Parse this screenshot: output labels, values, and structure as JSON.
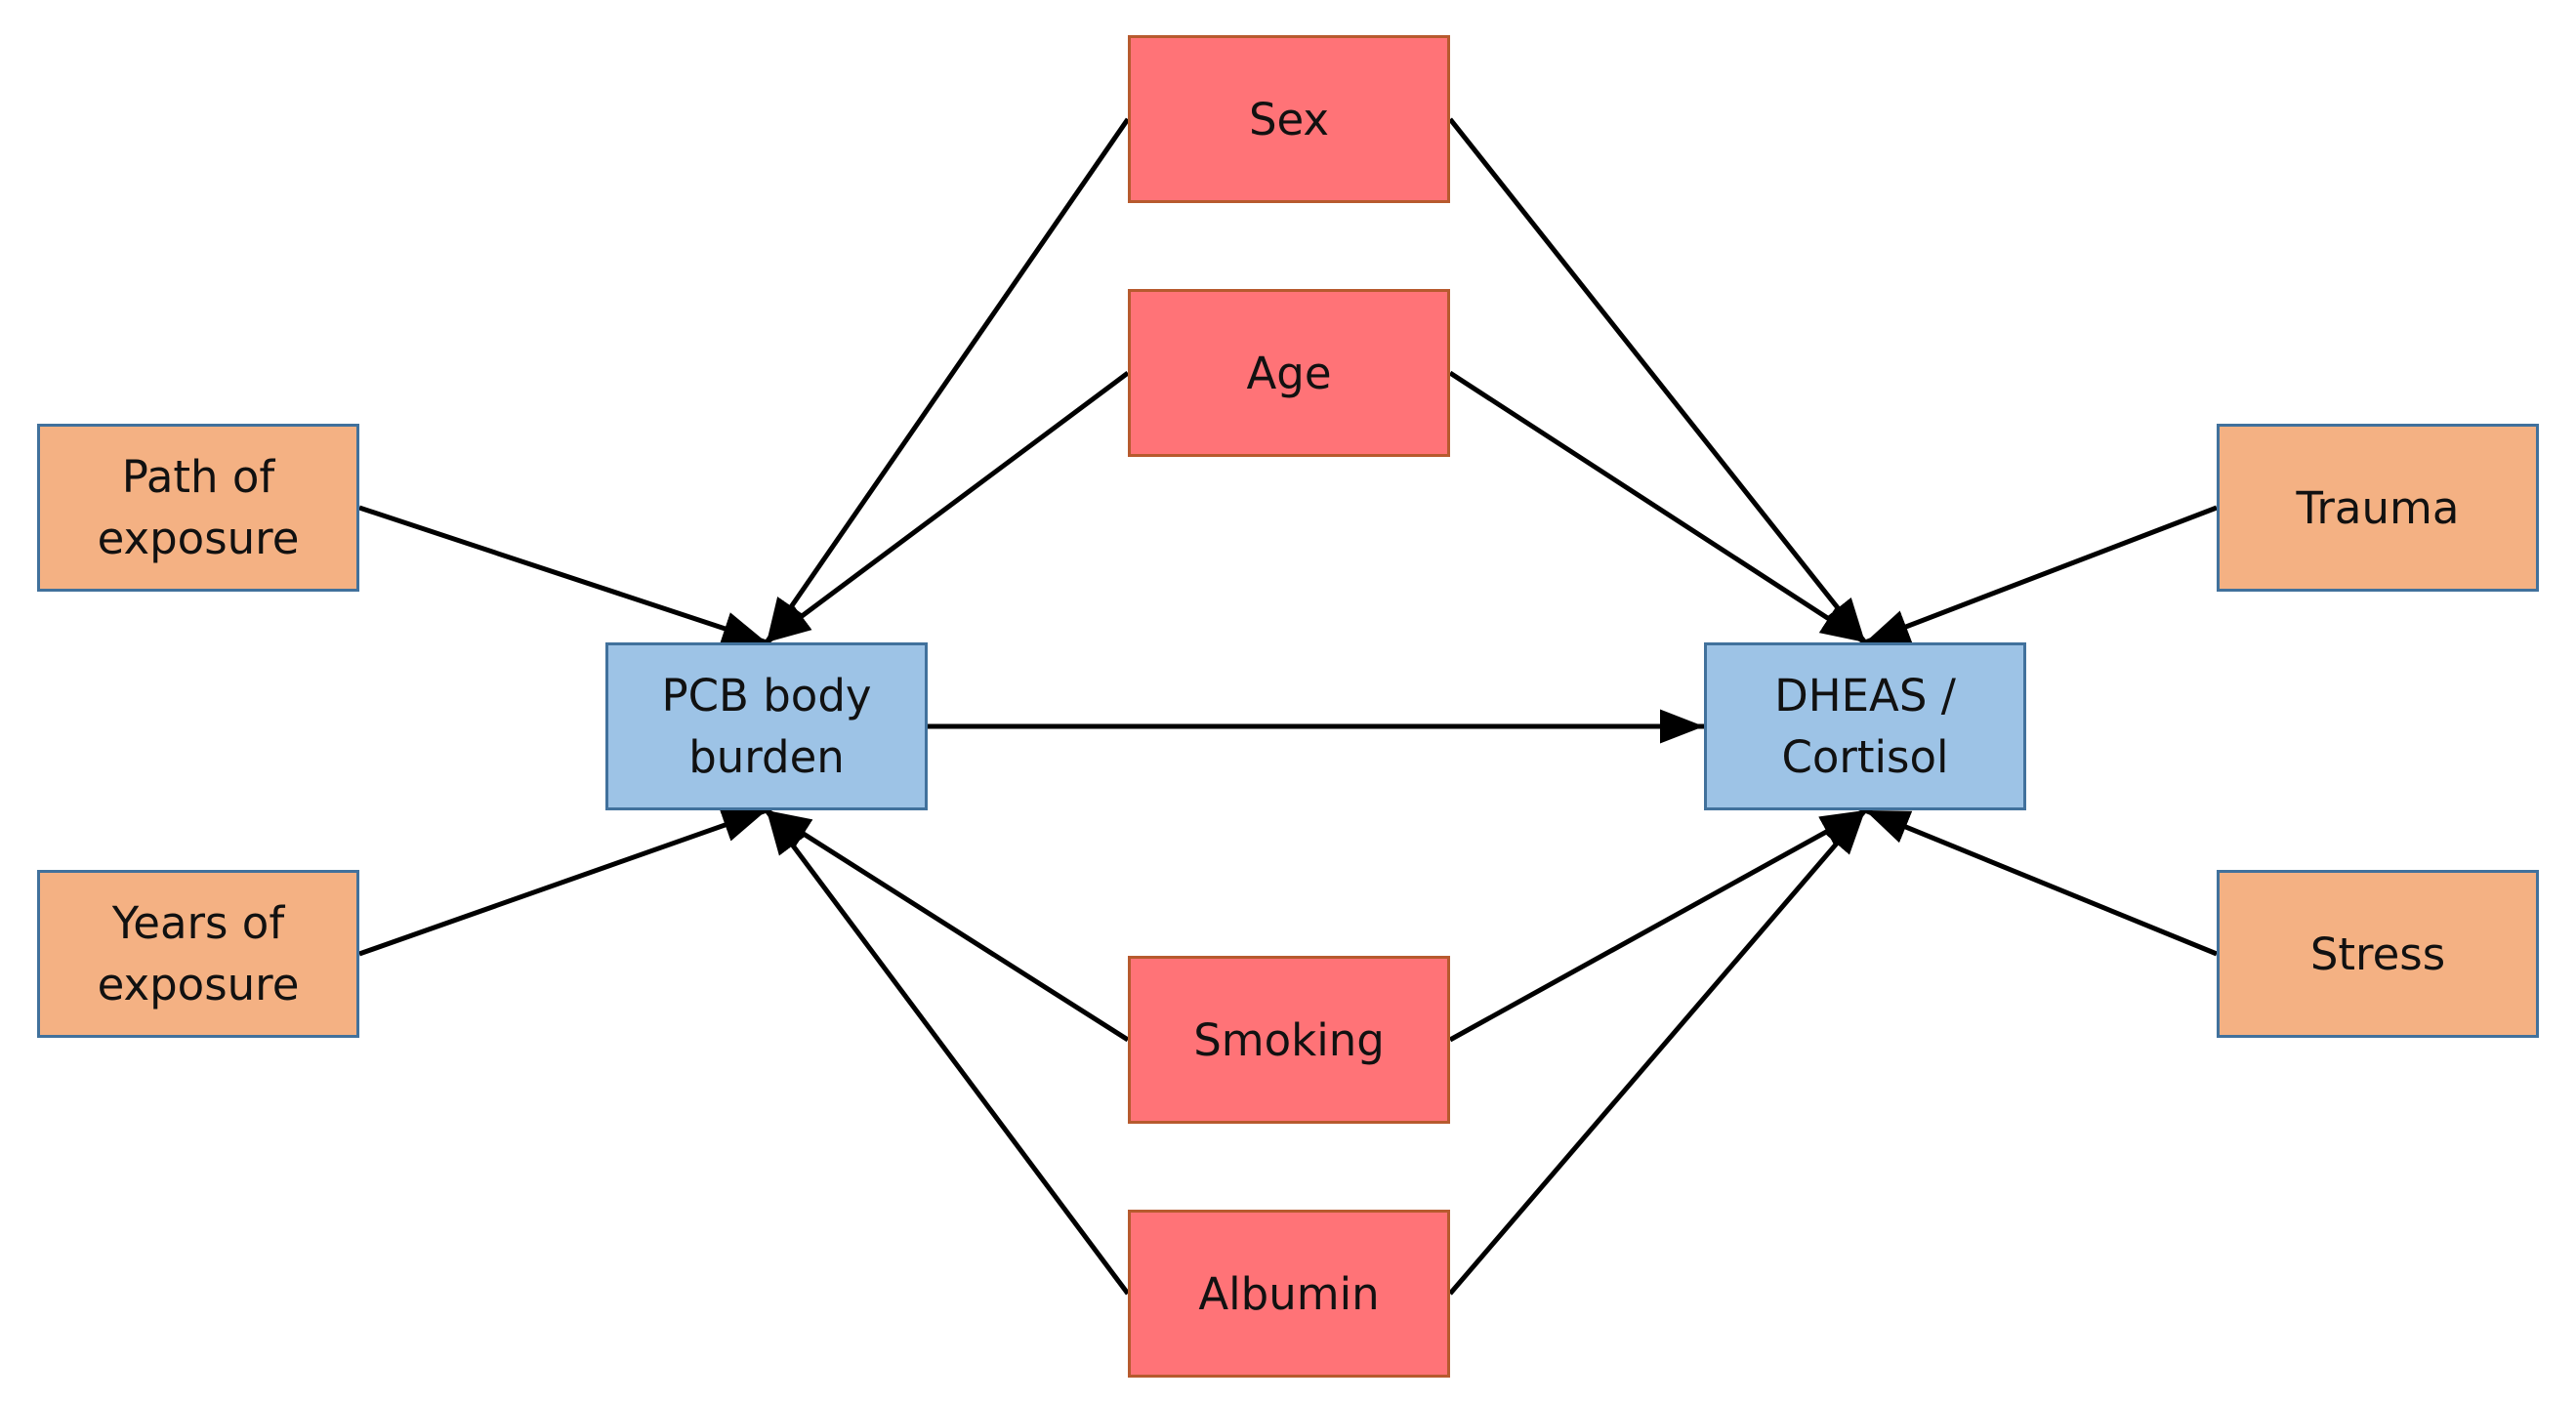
{
  "colors": {
    "confounder_fill": "#FF7377",
    "confounder_border": "#B75A2E",
    "predictor_fill": "#F4B183",
    "predictor_border": "#41719C",
    "core_fill": "#9DC3E6",
    "core_border": "#41719C",
    "arrow": "#000000"
  },
  "nodes": {
    "sex": {
      "label": "Sex",
      "role": "confounder"
    },
    "age": {
      "label": "Age",
      "role": "confounder"
    },
    "smoking": {
      "label": "Smoking",
      "role": "confounder"
    },
    "albumin": {
      "label": "Albumin",
      "role": "confounder"
    },
    "path_of_exposure": {
      "label": "Path of\nexposure",
      "role": "predictor"
    },
    "years_of_exposure": {
      "label": "Years of\nexposure",
      "role": "predictor"
    },
    "trauma": {
      "label": "Trauma",
      "role": "predictor"
    },
    "stress": {
      "label": "Stress",
      "role": "predictor"
    },
    "pcb": {
      "label": "PCB body\nburden",
      "role": "core"
    },
    "dheas": {
      "label": "DHEAS /\nCortisol",
      "role": "core"
    }
  },
  "edges": [
    {
      "from": "sex",
      "to": "pcb"
    },
    {
      "from": "sex",
      "to": "dheas"
    },
    {
      "from": "age",
      "to": "pcb"
    },
    {
      "from": "age",
      "to": "dheas"
    },
    {
      "from": "smoking",
      "to": "pcb"
    },
    {
      "from": "smoking",
      "to": "dheas"
    },
    {
      "from": "albumin",
      "to": "pcb"
    },
    {
      "from": "albumin",
      "to": "dheas"
    },
    {
      "from": "path_of_exposure",
      "to": "pcb"
    },
    {
      "from": "years_of_exposure",
      "to": "pcb"
    },
    {
      "from": "trauma",
      "to": "dheas"
    },
    {
      "from": "stress",
      "to": "dheas"
    },
    {
      "from": "pcb",
      "to": "dheas"
    }
  ]
}
